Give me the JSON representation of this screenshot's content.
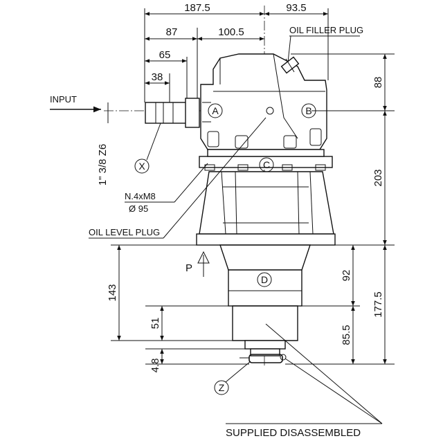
{
  "dimensions": {
    "top_left": "187.5",
    "top_right": "93.5",
    "d87": "87",
    "d100_5": "100.5",
    "d65": "65",
    "d38": "38",
    "d88": "88",
    "d203": "203",
    "d92": "92",
    "d177_5": "177.5",
    "d143": "143",
    "d51": "51",
    "d85_5": "85.5",
    "d4_8": "4.8"
  },
  "labels": {
    "input": "INPUT",
    "oil_filler_plug": "OIL FILLER PLUG",
    "oil_level_plug": "OIL LEVEL PLUG",
    "shaft_spec": "1\" 3/8 Z6",
    "bolt_spec": "N.4xM8",
    "bolt_circle": "Ø 95",
    "p_marker": "P",
    "supplied": "SUPPLIED DISASSEMBLED"
  },
  "markers": {
    "a": "A",
    "b": "B",
    "c": "C",
    "d": "D",
    "x": "X",
    "z": "Z"
  }
}
